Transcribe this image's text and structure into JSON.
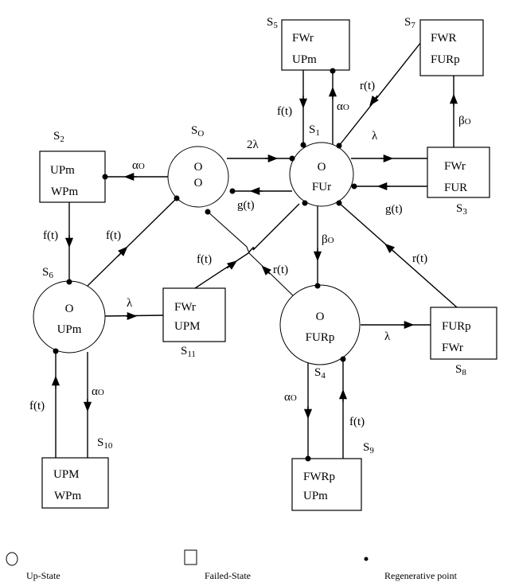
{
  "states": {
    "S0": {
      "id": "S",
      "sub": "O",
      "line1": "O",
      "line2": "O",
      "kind": "up"
    },
    "S1": {
      "id": "S",
      "sub": "1",
      "line1": "O",
      "line2": "FUr",
      "kind": "up"
    },
    "S2": {
      "id": "S",
      "sub": "2",
      "line1": "UPm",
      "line2": "WPm",
      "kind": "failed"
    },
    "S3": {
      "id": "S",
      "sub": "3",
      "line1": "FWr",
      "line2": "FUR",
      "kind": "failed"
    },
    "S4": {
      "id": "S",
      "sub": "4",
      "line1": "O",
      "line2": "FURp",
      "kind": "up"
    },
    "S5": {
      "id": "S",
      "sub": "5",
      "line1": "FWr",
      "line2": "UPm",
      "kind": "failed"
    },
    "S6": {
      "id": "S",
      "sub": "6",
      "line1": "O",
      "line2": "UPm",
      "kind": "up"
    },
    "S7": {
      "id": "S",
      "sub": "7",
      "line1": "FWR",
      "line2": "FURp",
      "kind": "failed"
    },
    "S8": {
      "id": "S",
      "sub": "8",
      "line1": "FURp",
      "line2": "FWr",
      "kind": "failed"
    },
    "S9": {
      "id": "S",
      "sub": "9",
      "line1": "FWRp",
      "line2": "UPm",
      "kind": "failed"
    },
    "S10": {
      "id": "S",
      "sub": "10",
      "line1": "UPM",
      "line2": "WPm",
      "kind": "failed"
    },
    "S11": {
      "id": "S",
      "sub": "11",
      "line1": "FWr",
      "line2": "UPM",
      "kind": "failed"
    }
  },
  "transitions": [
    {
      "from": "S0",
      "to": "S1",
      "label": "2λ"
    },
    {
      "from": "S1",
      "to": "S0",
      "label": "g(t)"
    },
    {
      "from": "S0",
      "to": "S2",
      "label": "α",
      "label_sub": "O"
    },
    {
      "from": "S2",
      "to": "S6",
      "label": "f(t)"
    },
    {
      "from": "S6",
      "to": "S0",
      "label": "f(t)"
    },
    {
      "from": "S6",
      "to": "S11",
      "label": "λ"
    },
    {
      "from": "S11",
      "to": "S1",
      "label": "f(t)"
    },
    {
      "from": "S6",
      "to": "S10",
      "label": "α",
      "label_sub": "O"
    },
    {
      "from": "S10",
      "to": "S6",
      "label": "f(t)"
    },
    {
      "from": "S5",
      "to": "S1",
      "label": "f(t)"
    },
    {
      "from": "S1",
      "to": "S5",
      "label": "α",
      "label_sub": "O"
    },
    {
      "from": "S7",
      "to": "S1",
      "label": "r(t)"
    },
    {
      "from": "S1",
      "to": "S3",
      "label": "λ"
    },
    {
      "from": "S3",
      "to": "S1",
      "label": "g(t)"
    },
    {
      "from": "S3",
      "to": "S7",
      "label": "β",
      "label_sub": "O"
    },
    {
      "from": "S1",
      "to": "S4",
      "label": "β",
      "label_sub": "O"
    },
    {
      "from": "S4",
      "to": "S0",
      "label": "r(t)"
    },
    {
      "from": "S4",
      "to": "S8",
      "label": "λ"
    },
    {
      "from": "S8",
      "to": "S1",
      "label": "r(t)"
    },
    {
      "from": "S4",
      "to": "S9",
      "label": "α",
      "label_sub": "O"
    },
    {
      "from": "S9",
      "to": "S4",
      "label": "f(t)"
    }
  ],
  "legend": {
    "up": "Up-State",
    "failed": "Failed-State",
    "regen": "Regenerative point"
  }
}
